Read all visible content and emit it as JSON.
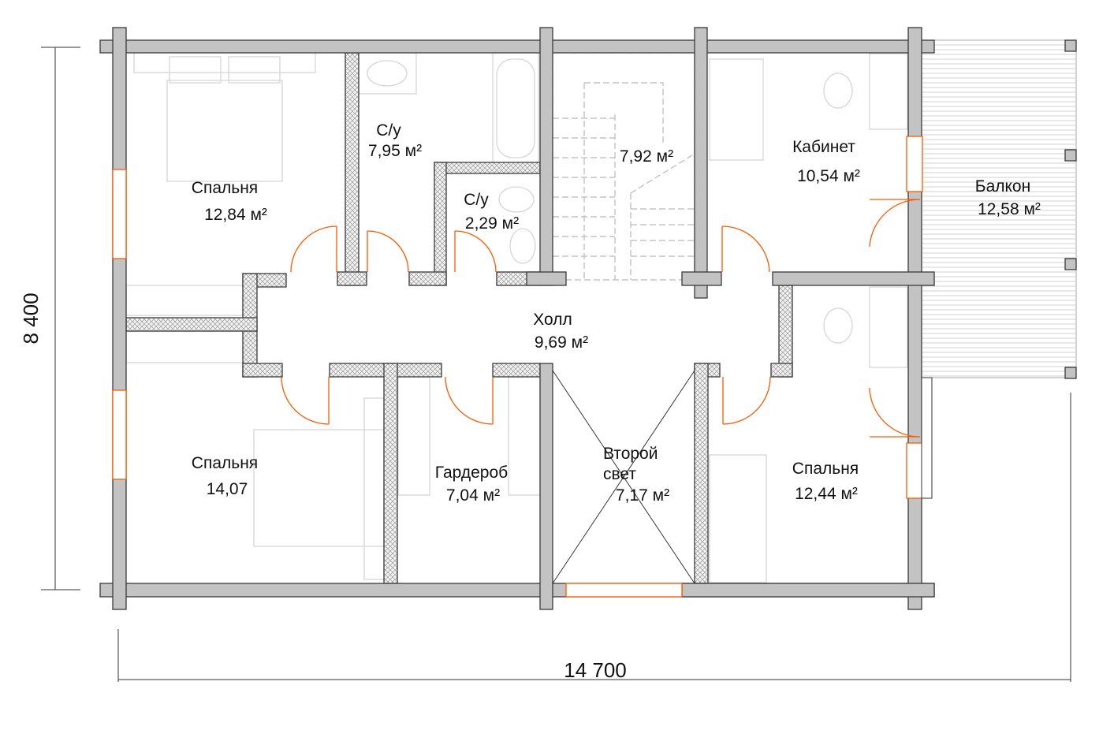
{
  "dimensions": {
    "height": "8 400",
    "width": "14 700"
  },
  "rooms": [
    {
      "name": "Спальня",
      "area": "12,84 м²"
    },
    {
      "name": "С/у",
      "area": "7,95 м²"
    },
    {
      "name": "С/у",
      "area": "2,29 м²"
    },
    {
      "name": "",
      "area": "7,92 м²"
    },
    {
      "name": "Кабинет",
      "area": "10,54 м²"
    },
    {
      "name": "Балкон",
      "area": "12,58 м²"
    },
    {
      "name": "Холл",
      "area": "9,69 м²"
    },
    {
      "name": "Спальня",
      "area": "14,07"
    },
    {
      "name": "Гардероб",
      "area": "7,04 м²"
    },
    {
      "name": "Второй",
      "name2": "свет",
      "area": "7,17 м²"
    },
    {
      "name": "Спальня",
      "area": "12,44 м²"
    }
  ],
  "colors": {
    "wall": "#c3c3c3",
    "door": "#ff5a00",
    "furniture": "#d6d6d6"
  }
}
